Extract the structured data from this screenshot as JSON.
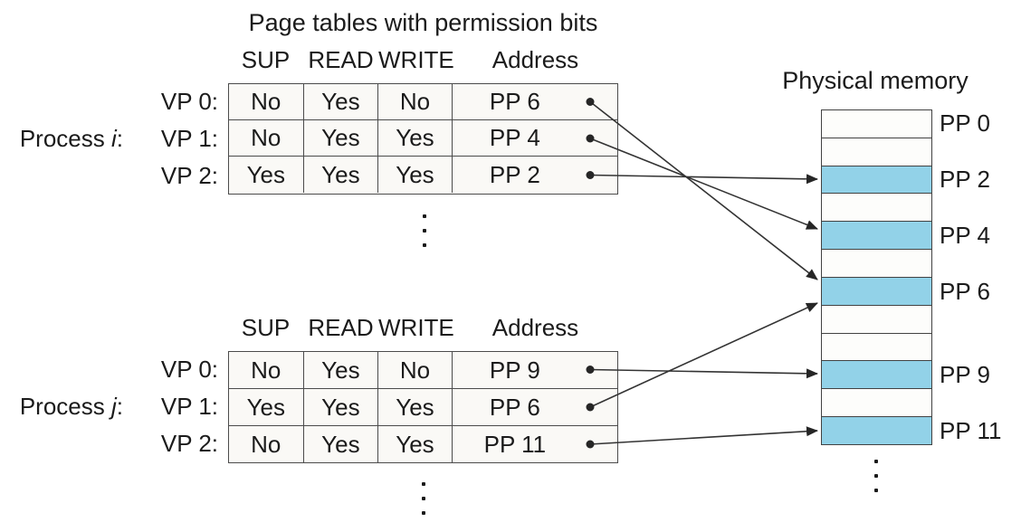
{
  "title": "Page tables with permission bits",
  "column_headers": [
    "SUP",
    "READ",
    "WRITE",
    "Address"
  ],
  "process_i": {
    "name_prefix": "Process ",
    "name_var": "i",
    "name_colon": ":",
    "rows": [
      {
        "vp": "VP 0:",
        "sup": "No",
        "read": "Yes",
        "write": "No",
        "address": "PP 6"
      },
      {
        "vp": "VP 1:",
        "sup": "No",
        "read": "Yes",
        "write": "Yes",
        "address": "PP 4"
      },
      {
        "vp": "VP 2:",
        "sup": "Yes",
        "read": "Yes",
        "write": "Yes",
        "address": "PP 2"
      }
    ]
  },
  "process_j": {
    "name_prefix": "Process ",
    "name_var": "j",
    "name_colon": ":",
    "rows": [
      {
        "vp": "VP 0:",
        "sup": "No",
        "read": "Yes",
        "write": "No",
        "address": "PP 9"
      },
      {
        "vp": "VP 1:",
        "sup": "Yes",
        "read": "Yes",
        "write": "Yes",
        "address": "PP 6"
      },
      {
        "vp": "VP 2:",
        "sup": "No",
        "read": "Yes",
        "write": "Yes",
        "address": "PP 11"
      }
    ]
  },
  "physical_memory": {
    "title": "Physical memory",
    "highlight_color": "#92d2e8",
    "slots": [
      {
        "label": "PP 0",
        "filled": false
      },
      {
        "label": "",
        "filled": false
      },
      {
        "label": "PP 2",
        "filled": true
      },
      {
        "label": "",
        "filled": false
      },
      {
        "label": "PP 4",
        "filled": true
      },
      {
        "label": "",
        "filled": false
      },
      {
        "label": "PP 6",
        "filled": true
      },
      {
        "label": "",
        "filled": false
      },
      {
        "label": "",
        "filled": false
      },
      {
        "label": "PP 9",
        "filled": true
      },
      {
        "label": "",
        "filled": false
      },
      {
        "label": "PP 11",
        "filled": true
      }
    ]
  },
  "mappings": [
    {
      "process": "i",
      "vp": "VP 0",
      "pp": "PP 6"
    },
    {
      "process": "i",
      "vp": "VP 1",
      "pp": "PP 4"
    },
    {
      "process": "i",
      "vp": "VP 2",
      "pp": "PP 2"
    },
    {
      "process": "j",
      "vp": "VP 0",
      "pp": "PP 9"
    },
    {
      "process": "j",
      "vp": "VP 1",
      "pp": "PP 6"
    },
    {
      "process": "j",
      "vp": "VP 2",
      "pp": "PP 11"
    }
  ]
}
